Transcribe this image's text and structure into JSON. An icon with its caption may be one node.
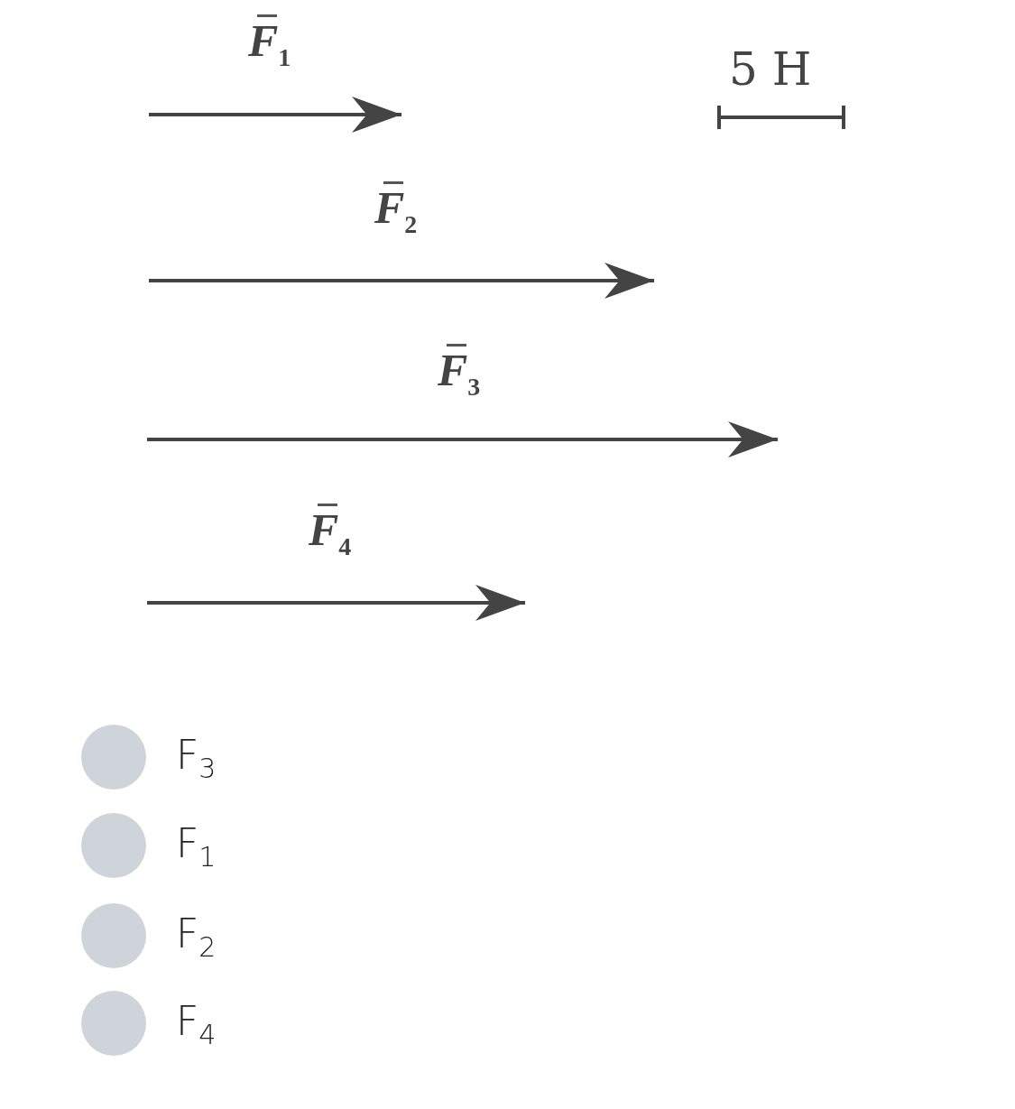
{
  "diagram": {
    "labels": [
      "F$_{1}$",
      "5 H",
      "F$_{2}$",
      "F$_{3}$",
      "F$_{4}$",
      "F$_{3}$",
      "F$_{1}$",
      "F$_{2}$",
      "F$_{4}$"
    ]
  }
}
